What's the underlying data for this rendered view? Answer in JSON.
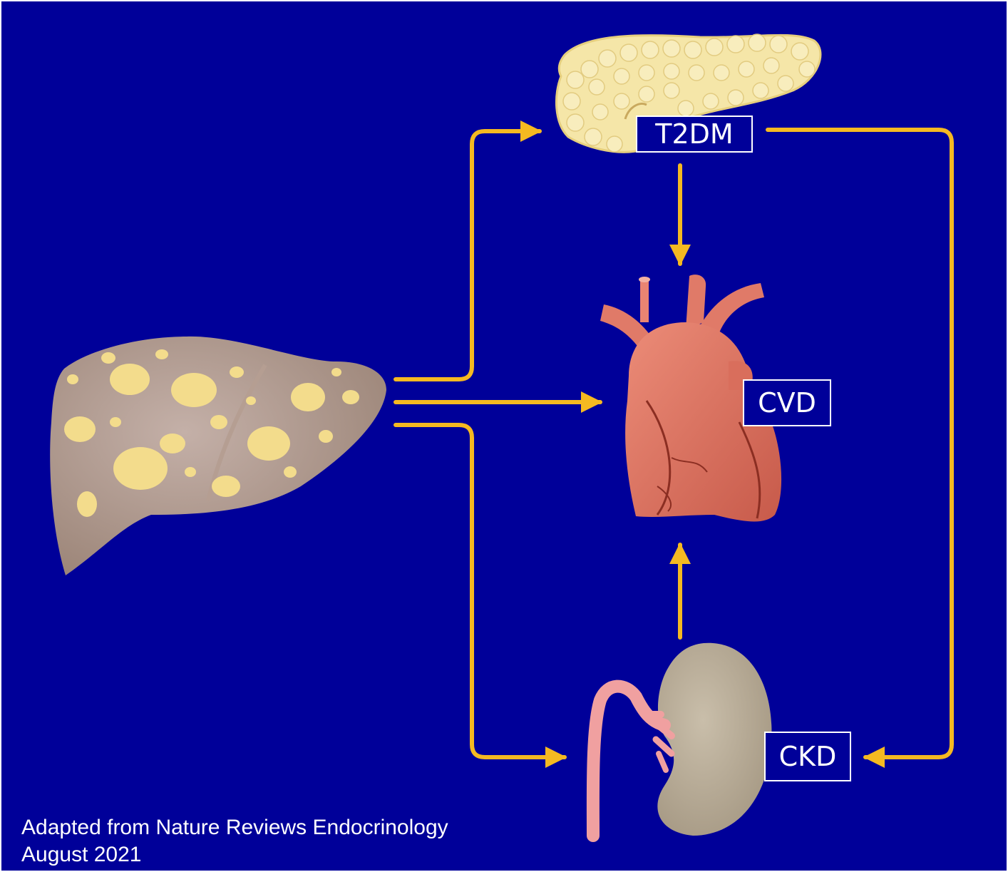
{
  "labels": {
    "t2dm": "T2DM",
    "cvd": "CVD",
    "ckd": "CKD"
  },
  "credit": {
    "line1": "Adapted from Nature Reviews Endocrinology",
    "line2": "August 2021"
  },
  "organs": [
    "liver-illustration",
    "pancreas-illustration",
    "heart-illustration",
    "kidney-illustration"
  ],
  "colors": {
    "background": "#000099",
    "arrow": "#f5b921",
    "label_border": "#ffffff",
    "text": "#ffffff"
  }
}
